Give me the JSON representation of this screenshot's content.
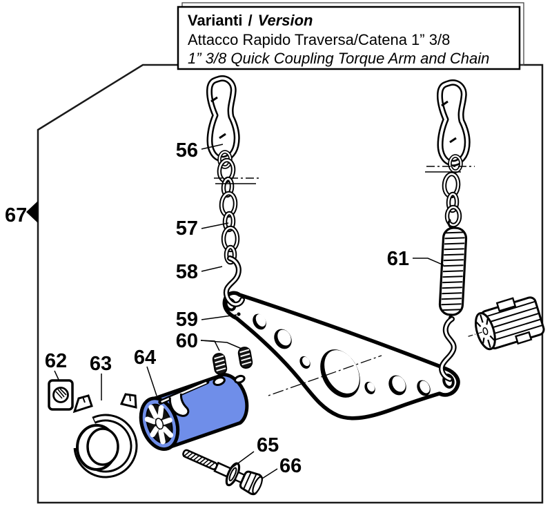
{
  "header": {
    "title_primary": "Varianti",
    "title_separator": "/",
    "title_secondary": "Version",
    "subtitle_italian": "Attacco Rapido Traversa/Catena 1” 3/8",
    "subtitle_english": "1” 3/8 Quick Coupling Torque Arm and Chain"
  },
  "callouts": [
    {
      "number": "56",
      "part": "snap-hook-chain-link"
    },
    {
      "number": "57",
      "part": "chain-link"
    },
    {
      "number": "58",
      "part": "s-hook"
    },
    {
      "number": "59",
      "part": "torque-arm-plate"
    },
    {
      "number": "60",
      "part": "detent-springs"
    },
    {
      "number": "61",
      "part": "tension-spring"
    },
    {
      "number": "62",
      "part": "square-nut"
    },
    {
      "number": "63",
      "part": "clamp-bracket"
    },
    {
      "number": "64",
      "part": "quick-coupling-sleeve"
    },
    {
      "number": "65",
      "part": "washer"
    },
    {
      "number": "66",
      "part": "hex-bolt"
    },
    {
      "number": "67",
      "part": "frame-marker"
    }
  ],
  "colors": {
    "highlight_blue": "#6f8ee9",
    "line": "#000000",
    "background": "#ffffff"
  }
}
